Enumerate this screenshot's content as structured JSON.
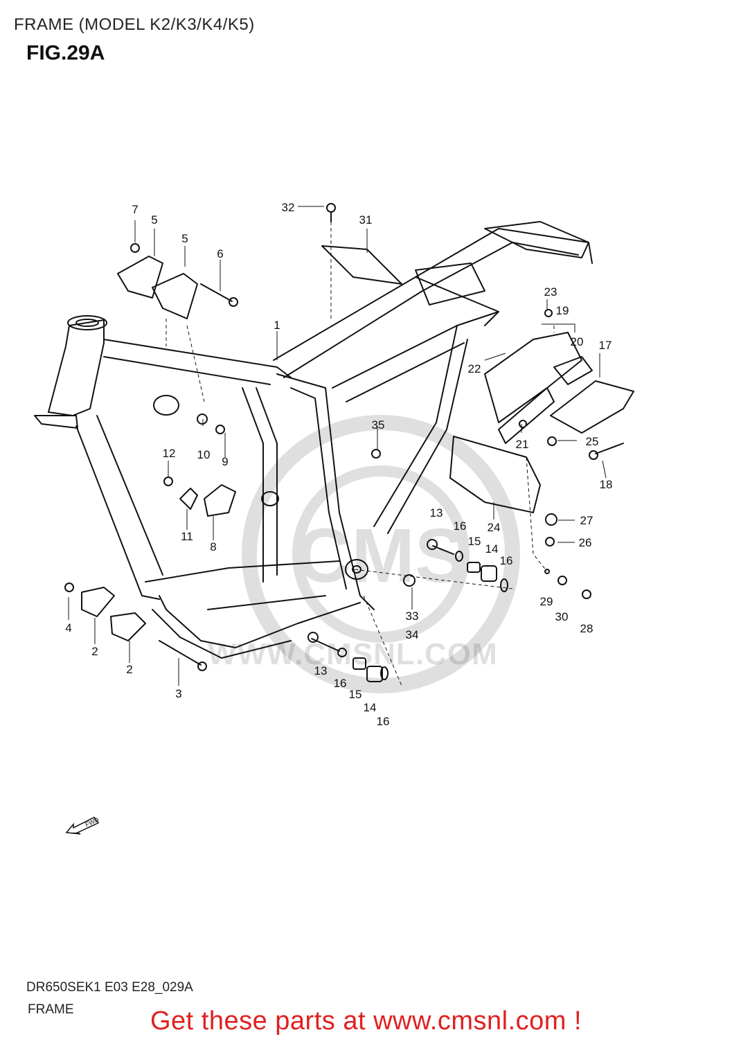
{
  "header": {
    "title": "FRAME (MODEL K2/K3/K4/K5)",
    "figure": "FIG.29A"
  },
  "watermark": {
    "logo_text": "CMS",
    "url_text": "WWW.CMSNL.COM"
  },
  "callouts": [
    "1",
    "2",
    "2",
    "3",
    "4",
    "5",
    "5",
    "6",
    "7",
    "8",
    "9",
    "10",
    "11",
    "12",
    "13",
    "13",
    "14",
    "14",
    "15",
    "15",
    "16",
    "16",
    "16",
    "16",
    "17",
    "18",
    "19",
    "20",
    "21",
    "22",
    "23",
    "24",
    "25",
    "26",
    "27",
    "28",
    "29",
    "30",
    "31",
    "32",
    "33",
    "34",
    "35"
  ],
  "direction_indicator": {
    "icon": "fwd-arrow-icon",
    "text": "FWD"
  },
  "footer": {
    "model_code": "DR650SEK1 E03 E28_029A",
    "section": "FRAME",
    "promo": "Get these parts at www.cmsnl.com !",
    "promo_color": "#e02020"
  }
}
